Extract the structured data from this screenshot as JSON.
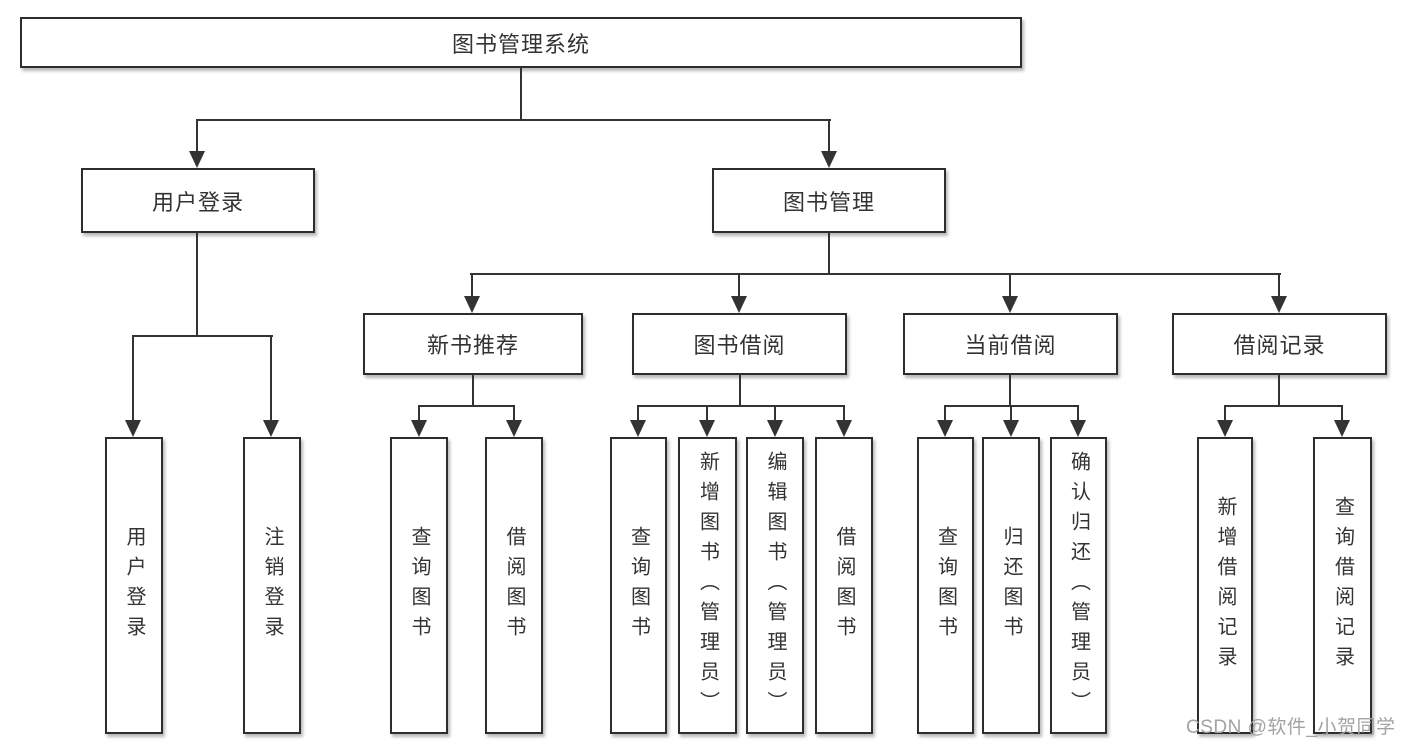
{
  "diagram": {
    "title": "图书管理系统",
    "level2": [
      {
        "label": "用户登录"
      },
      {
        "label": "图书管理"
      }
    ],
    "level3": [
      {
        "label": "新书推荐"
      },
      {
        "label": "图书借阅"
      },
      {
        "label": "当前借阅"
      },
      {
        "label": "借阅记录"
      }
    ],
    "leaves": [
      {
        "label": "用户登录"
      },
      {
        "label": "注销登录"
      },
      {
        "label": "查询图书"
      },
      {
        "label": "借阅图书"
      },
      {
        "label": "查询图书"
      },
      {
        "label": "新增图书（管理员）"
      },
      {
        "label": "编辑图书（管理员）"
      },
      {
        "label": "借阅图书"
      },
      {
        "label": "查询图书"
      },
      {
        "label": "归还图书"
      },
      {
        "label": "确认归还（管理员）"
      },
      {
        "label": "新增借阅记录"
      },
      {
        "label": "查询借阅记录"
      }
    ]
  },
  "watermark": {
    "text": "CSDN @软件_小贺同学"
  },
  "colors": {
    "line": "#333333",
    "box_border": "#2d2d2d",
    "box_fill": "#ffffff",
    "background": "#ffffff",
    "watermark": "#a3a3a3"
  }
}
